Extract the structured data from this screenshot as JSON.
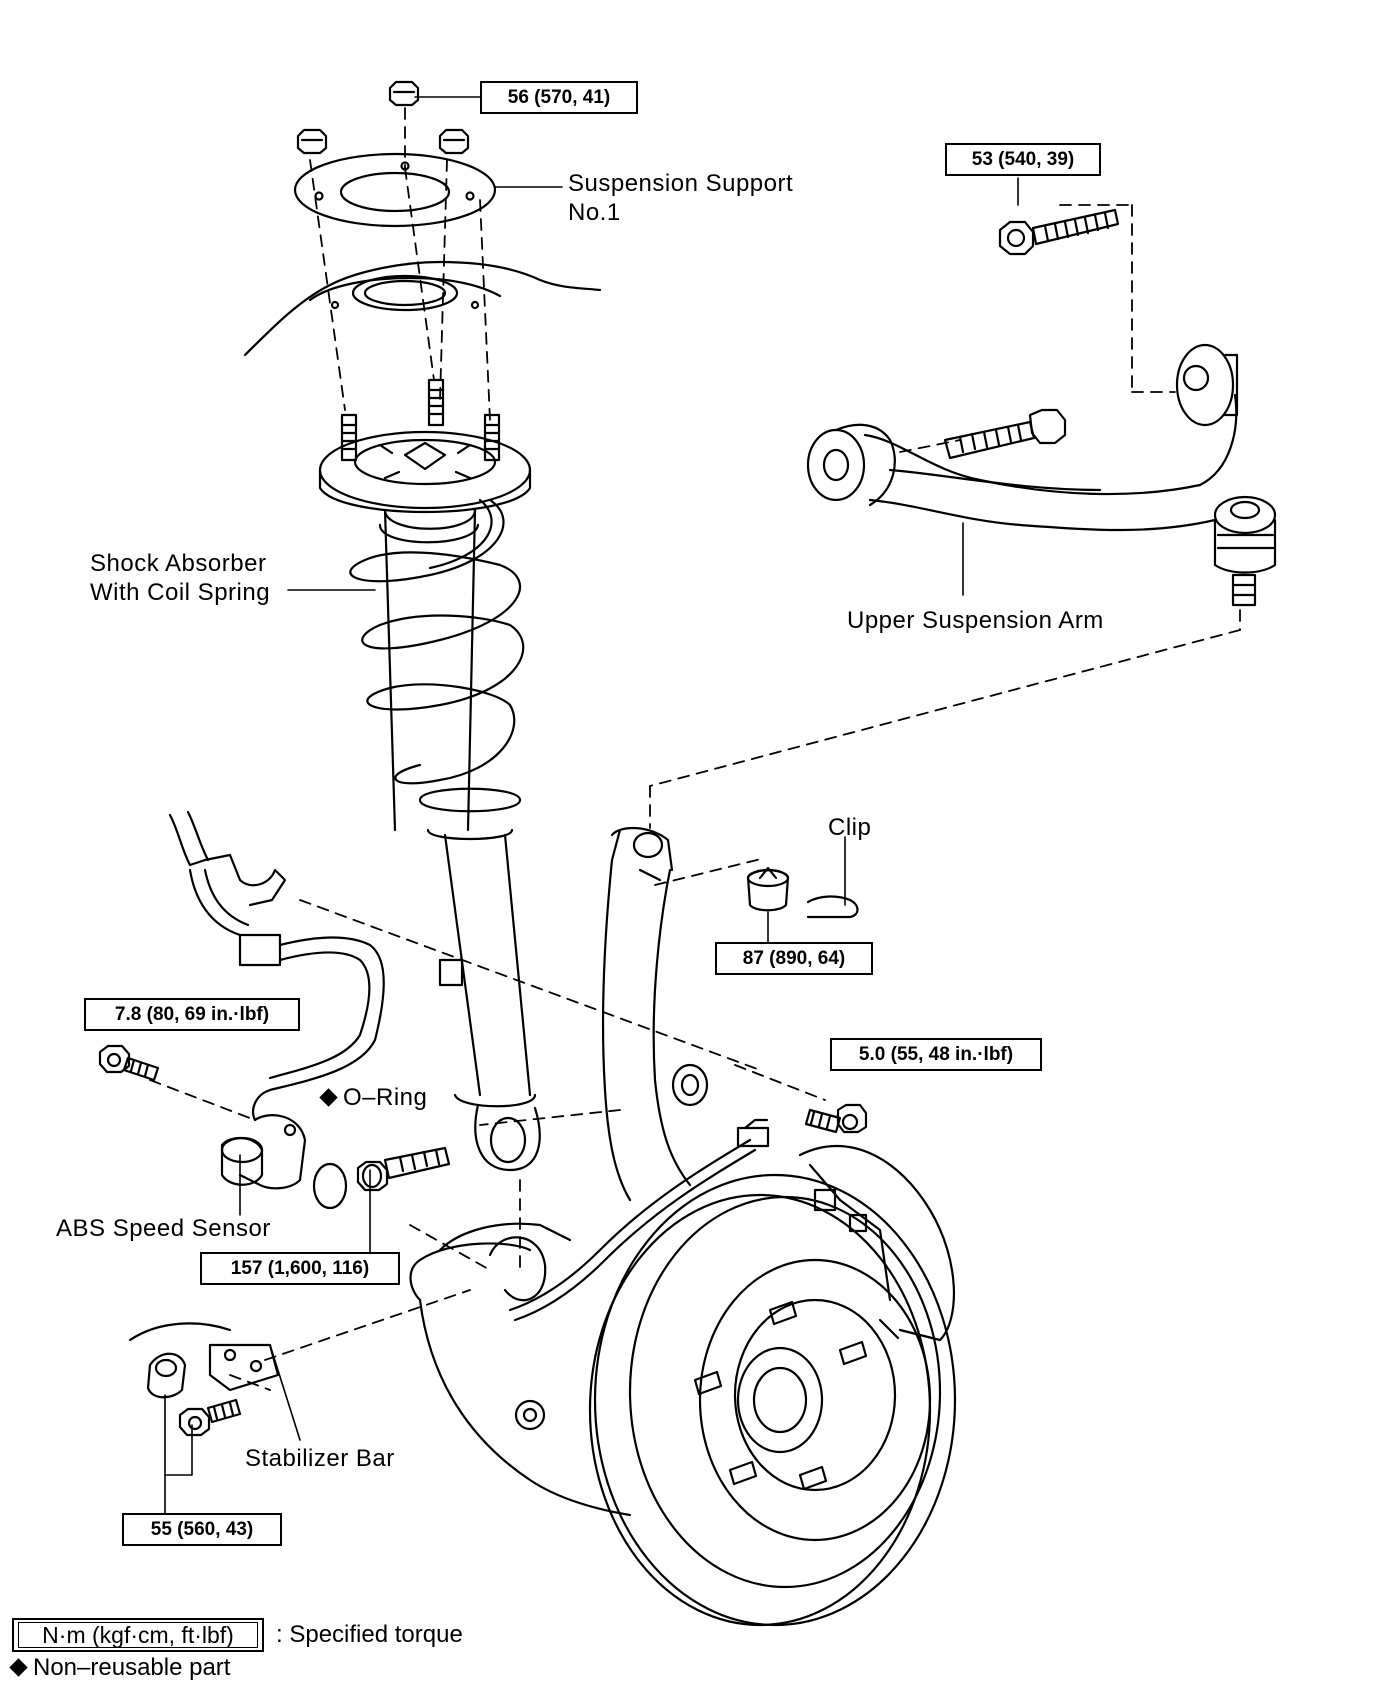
{
  "labels": {
    "suspension_support_1": "Suspension  Support",
    "suspension_support_2": "No.1",
    "shock_absorber_1": "Shock  Absorber",
    "shock_absorber_2": "With Coil Spring",
    "upper_arm": "Upper Suspension Arm",
    "clip": "Clip",
    "o_ring": "O–Ring",
    "abs_sensor": "ABS Speed Sensor",
    "stabilizer_bar": "Stabilizer Bar"
  },
  "torques": {
    "support_nut": "56 (570, 41)",
    "arm_bolt": "53 (540, 39)",
    "clip_nut": "87 (890, 64)",
    "abs_bolt": "7.8 (80, 69 in.·lbf)",
    "hose_bolt": "5.0 (55, 48 in.·lbf)",
    "lower_bolt": "157 (1,600, 116)",
    "stabilizer_nut": "55 (560, 43)"
  },
  "legend": {
    "torque_unit": "N·m (kgf·cm, ft·lbf)",
    "torque_desc": ": Specified torque",
    "nonreusable": "Non–reusable part"
  }
}
